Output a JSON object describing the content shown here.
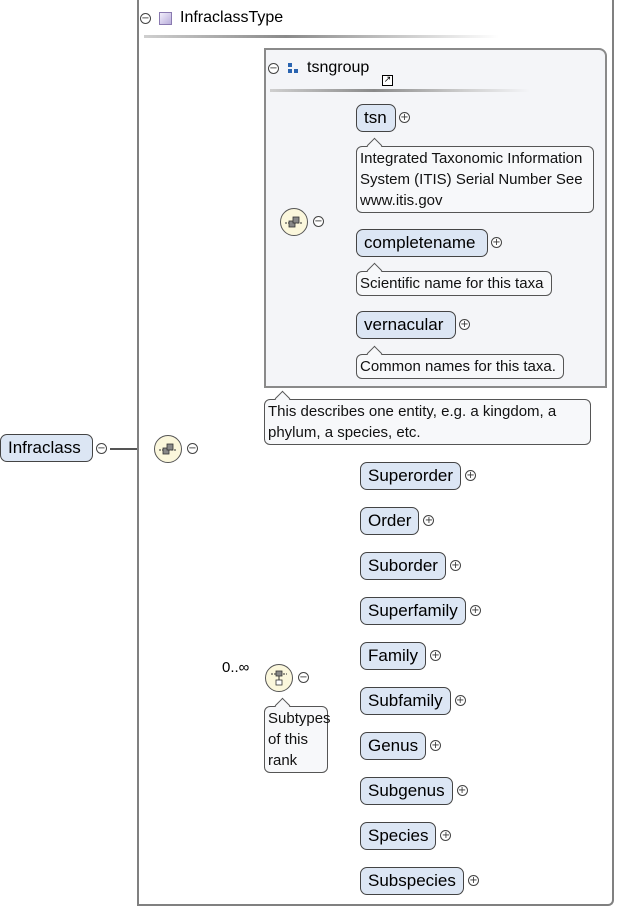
{
  "complex_type": {
    "name": "InfraclassType",
    "collapse_icon": "minus-icon",
    "type_icon": "complex-type-icon"
  },
  "root_element": {
    "name": "Infraclass",
    "collapse_icon": "minus-icon"
  },
  "outer_sequence": {
    "icon": "sequence-icon",
    "collapse_icon": "minus-icon"
  },
  "group": {
    "name": "tsngroup",
    "group_icon": "group-icon",
    "link_icon": "shortcut-link-icon",
    "link_glyph": "↗",
    "annotation": "This describes one entity, e.g. a kingdom, a phylum, a species, etc.",
    "sequence_icon": "sequence-icon",
    "elements": [
      {
        "name": "tsn",
        "annotation": "Integrated Taxonomic Information System (ITIS) Serial Number See www.itis.gov"
      },
      {
        "name": "completename",
        "annotation": "Scientific name for this taxa"
      },
      {
        "name": "vernacular",
        "annotation": "Common names for this taxa."
      }
    ]
  },
  "choice": {
    "occurrence": "0..∞",
    "icon": "choice-icon",
    "annotation": "Subtypes of this rank",
    "elements": [
      {
        "name": "Superorder"
      },
      {
        "name": "Order"
      },
      {
        "name": "Suborder"
      },
      {
        "name": "Superfamily"
      },
      {
        "name": "Family"
      },
      {
        "name": "Subfamily"
      },
      {
        "name": "Genus"
      },
      {
        "name": "Subgenus"
      },
      {
        "name": "Species"
      },
      {
        "name": "Subspecies"
      }
    ]
  },
  "glyphs": {
    "expand": "+",
    "collapse": "−"
  },
  "colors": {
    "element_fill": "#dce6f4",
    "compositor_fill": "#fbf7dc",
    "group_fill": "#f4f5f8",
    "line": "#666666"
  }
}
